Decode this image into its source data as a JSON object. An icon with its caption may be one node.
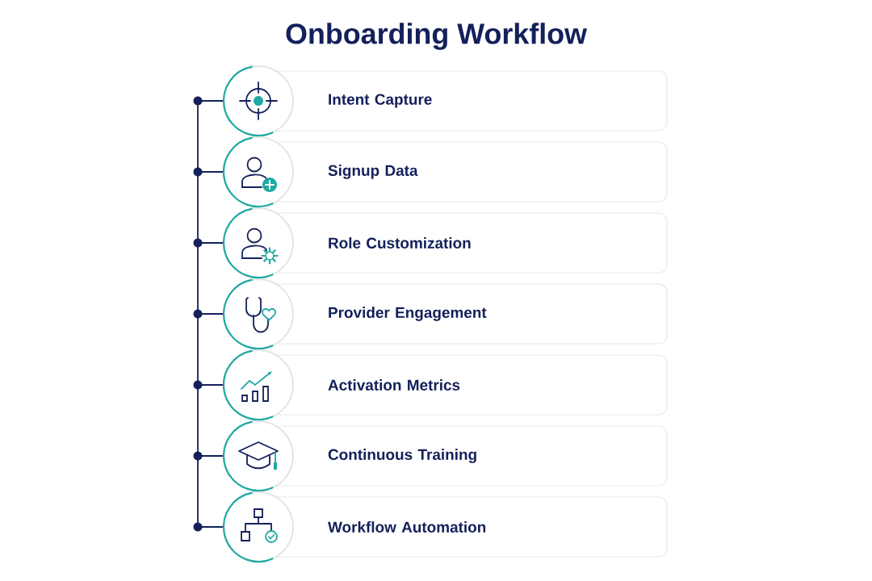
{
  "diagram": {
    "title": "Onboarding Workflow",
    "nodes": [
      {
        "text": [
          "Intent Capture"
        ]
      },
      {
        "text": [
          "Signup Data"
        ]
      },
      {
        "text": [
          "Role Customization"
        ]
      },
      {
        "text": [
          "Provider Engagement"
        ]
      },
      {
        "text": [
          "Activation Metrics"
        ]
      },
      {
        "text": [
          "Continuous Training"
        ]
      },
      {
        "text": [
          "Workflow Automation"
        ]
      }
    ]
  }
}
